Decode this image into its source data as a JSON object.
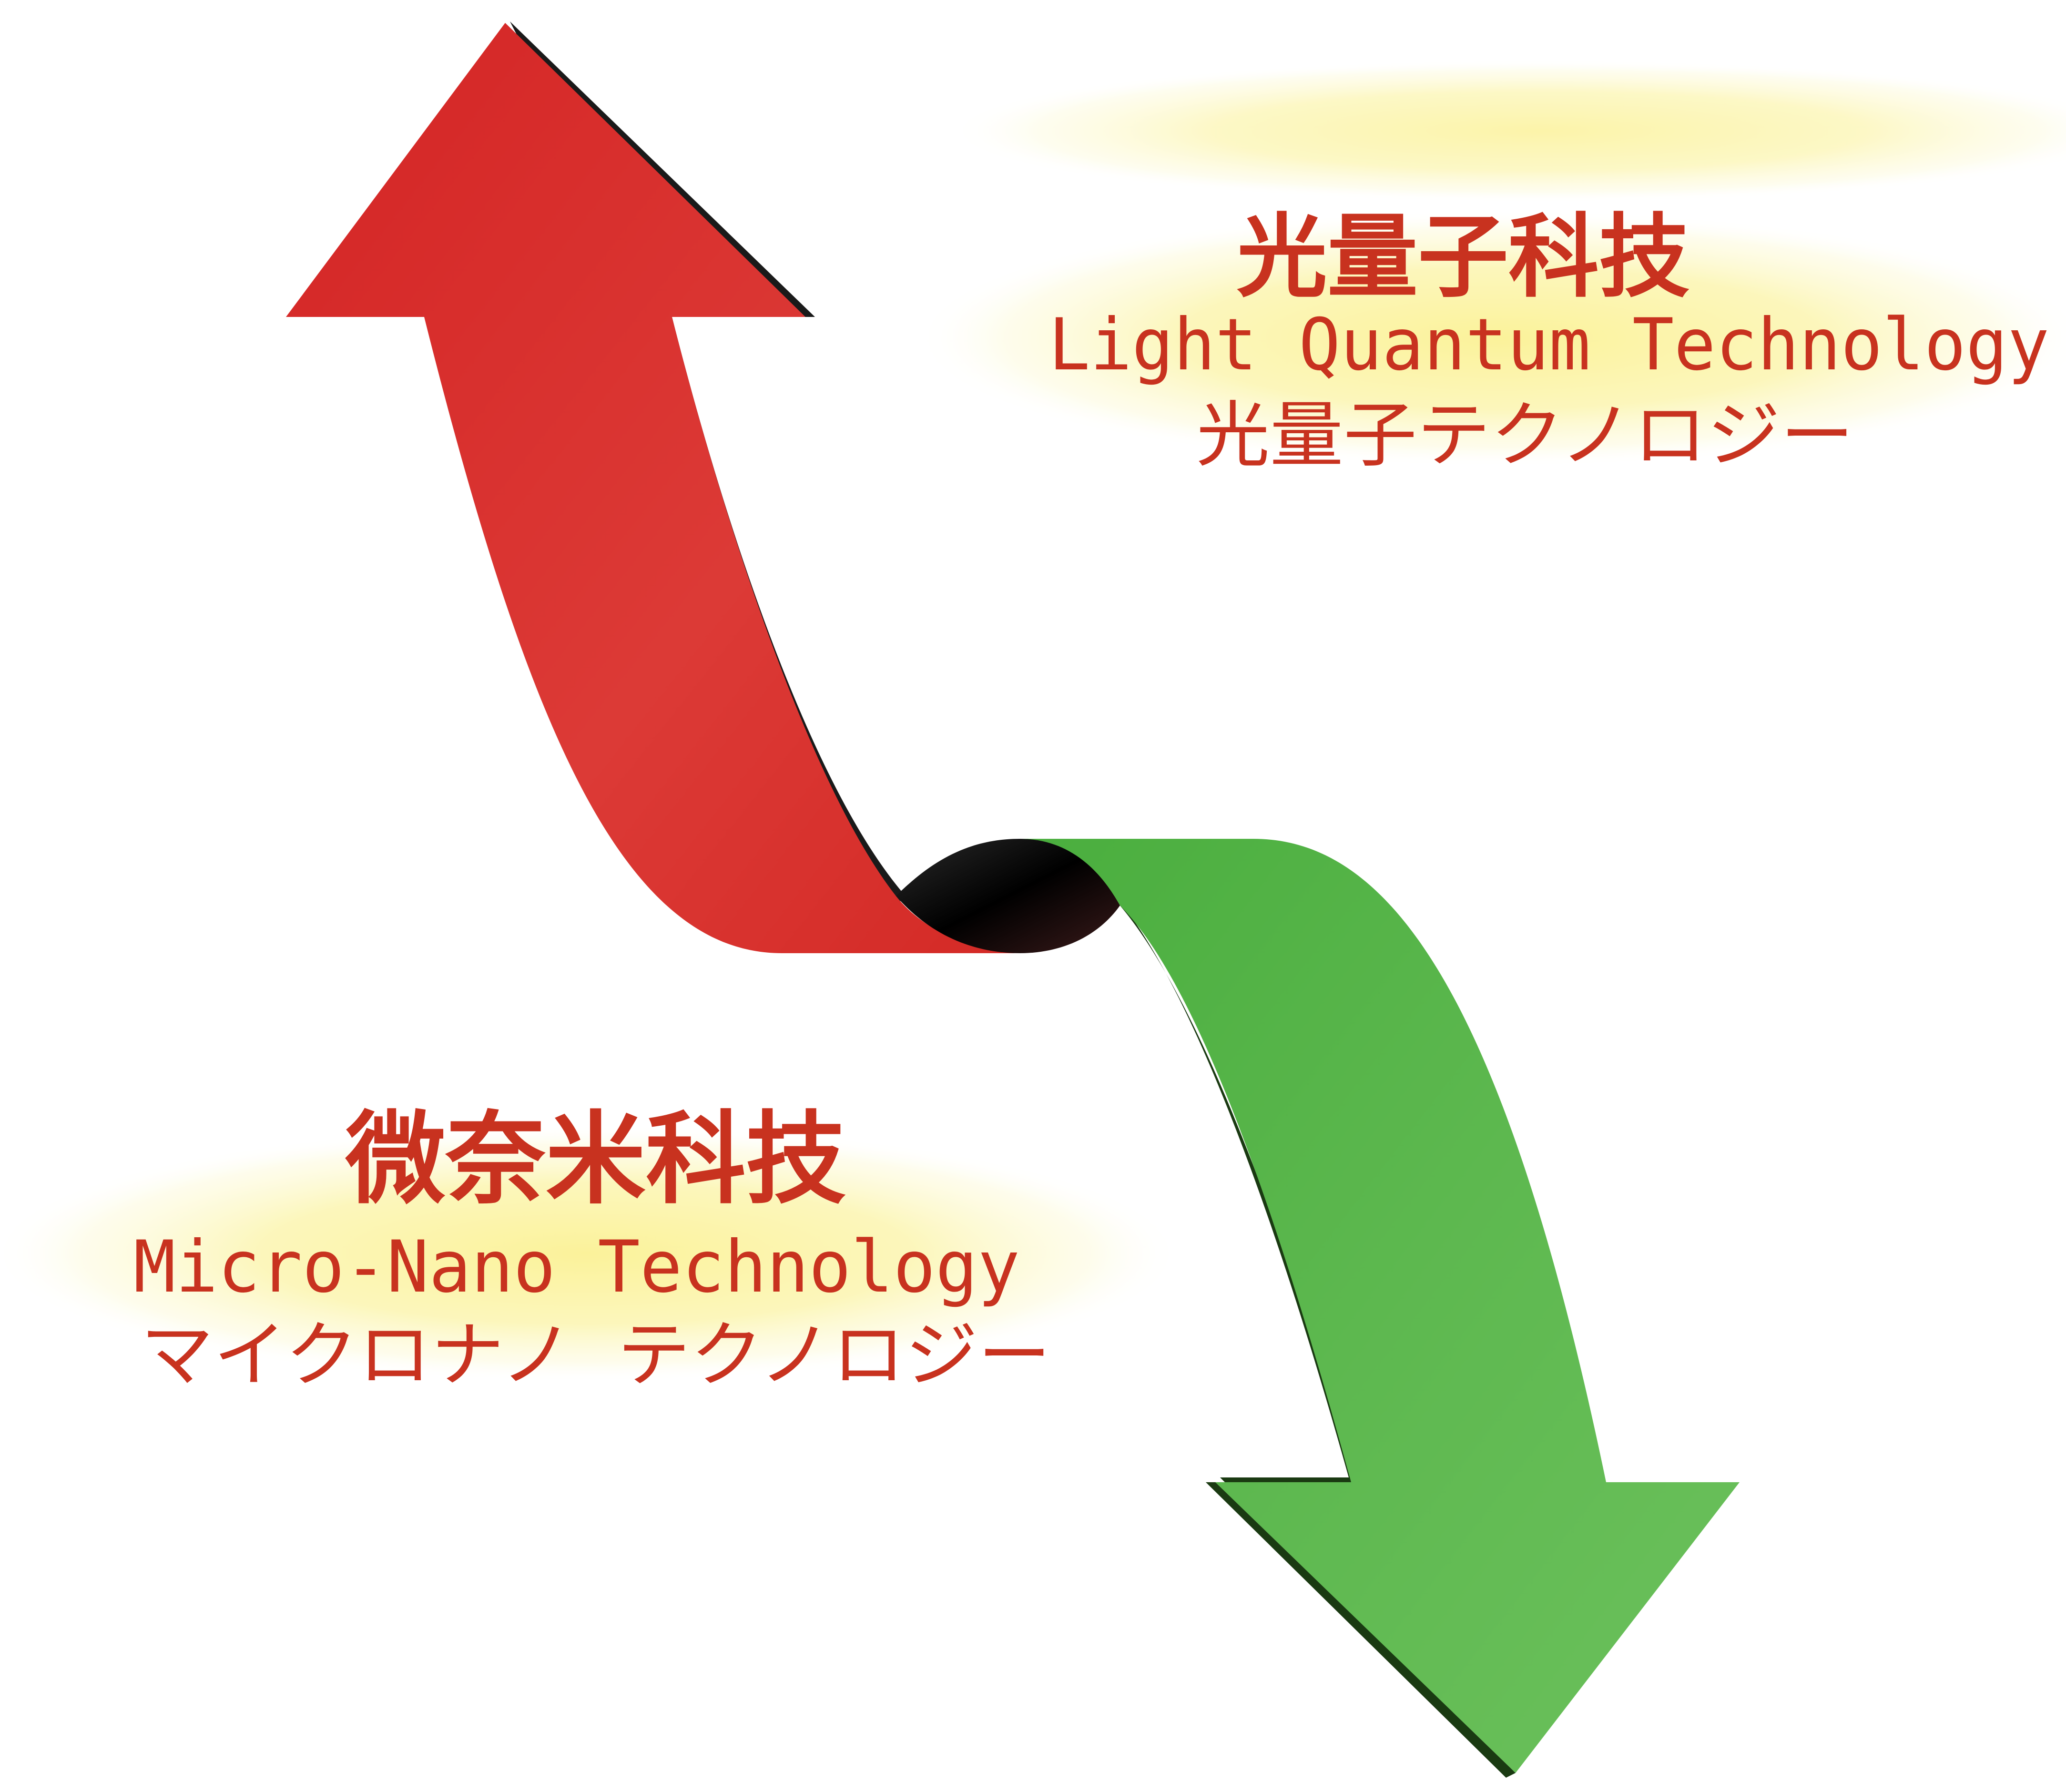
{
  "labels": {
    "top": {
      "title": "光量子科技",
      "english": "Light Quantum Technology",
      "japanese": "光量子テクノロジー"
    },
    "bottom": {
      "title": "微奈米科技",
      "english": "Micro-Nano Technology",
      "japanese": "マイクロナノ テクノロジー"
    }
  },
  "colors": {
    "text": "#c8321f",
    "up_arrow": "#d8302c",
    "down_arrow": "#55b447",
    "ellipse_glow": "#fbf5a8",
    "twist": "#1a1a1a"
  }
}
